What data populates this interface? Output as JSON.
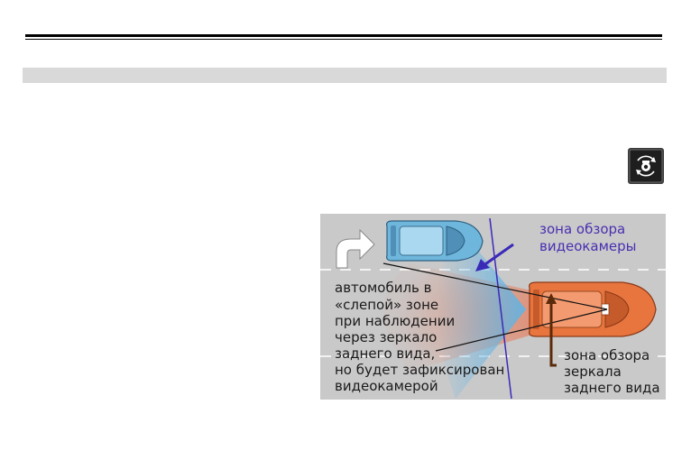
{
  "header": {},
  "figure": {
    "camera_zone_label": [
      "зона обзора",
      "видеокамеры"
    ],
    "blind_spot_label": [
      "автомобиль в",
      "«слепой» зоне",
      "при наблюдении",
      "через зеркало",
      "заднего вида,",
      "но будет зафиксирован",
      "видеокамерой"
    ],
    "mirror_zone_label": [
      "зона обзора",
      "зеркала",
      "заднего вида"
    ]
  },
  "icons": {
    "mode": "camera-rotate-icon"
  },
  "colors": {
    "road": "#c9c9ca",
    "lane_line": "#f2f2f2",
    "camera_zone": "#5fb4e6",
    "camera_line": "#3a2ab8",
    "mirror_zone": "#ee6a40",
    "blue_car": "#6fb6dc",
    "orange_car": "#e8743e",
    "arrow_brown": "#5a2a0a"
  }
}
